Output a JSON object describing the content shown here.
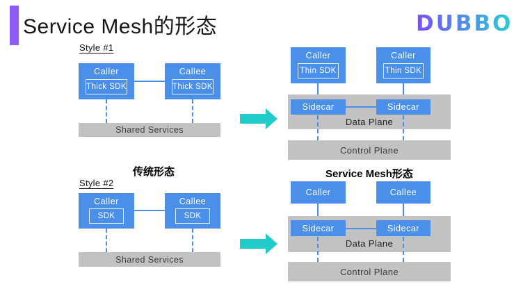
{
  "slide": {
    "title": "Service Mesh的形态",
    "logo_text": "DUBBO"
  },
  "colors": {
    "purple": "#8b5cf6",
    "blue": "#4a8fe9",
    "gray": "#c2c2c2",
    "cyan": "#21cbca",
    "logo_start": "#7a4ef7",
    "logo_end": "#29cfd4"
  },
  "icons": {
    "transform_arrow": "right-arrow"
  },
  "left": {
    "style1": {
      "label": "Style #1",
      "caller": {
        "title": "Caller",
        "sdk": "Thick SDK"
      },
      "callee": {
        "title": "Callee",
        "sdk": "Thick SDK"
      },
      "shared": "Shared Services"
    },
    "section_label": "传统形态",
    "style2": {
      "label": "Style #2",
      "caller": {
        "title": "Caller",
        "sdk": "SDK"
      },
      "callee": {
        "title": "Callee",
        "sdk": "SDK"
      },
      "shared": "Shared Services"
    }
  },
  "right": {
    "top": {
      "caller1": {
        "title": "Caller",
        "sdk": "Thin SDK"
      },
      "caller2": {
        "title": "Caller",
        "sdk": "Thin SDK"
      },
      "sidecar1": "Sidecar",
      "sidecar2": "Sidecar",
      "data_plane": "Data Plane",
      "control_plane": "Control Plane"
    },
    "section_label": "Service Mesh形态",
    "bottom": {
      "caller": "Caller",
      "callee": "Callee",
      "sidecar1": "Sidecar",
      "sidecar2": "Sidecar",
      "data_plane": "Data Plane",
      "control_plane": "Control Plane"
    }
  }
}
